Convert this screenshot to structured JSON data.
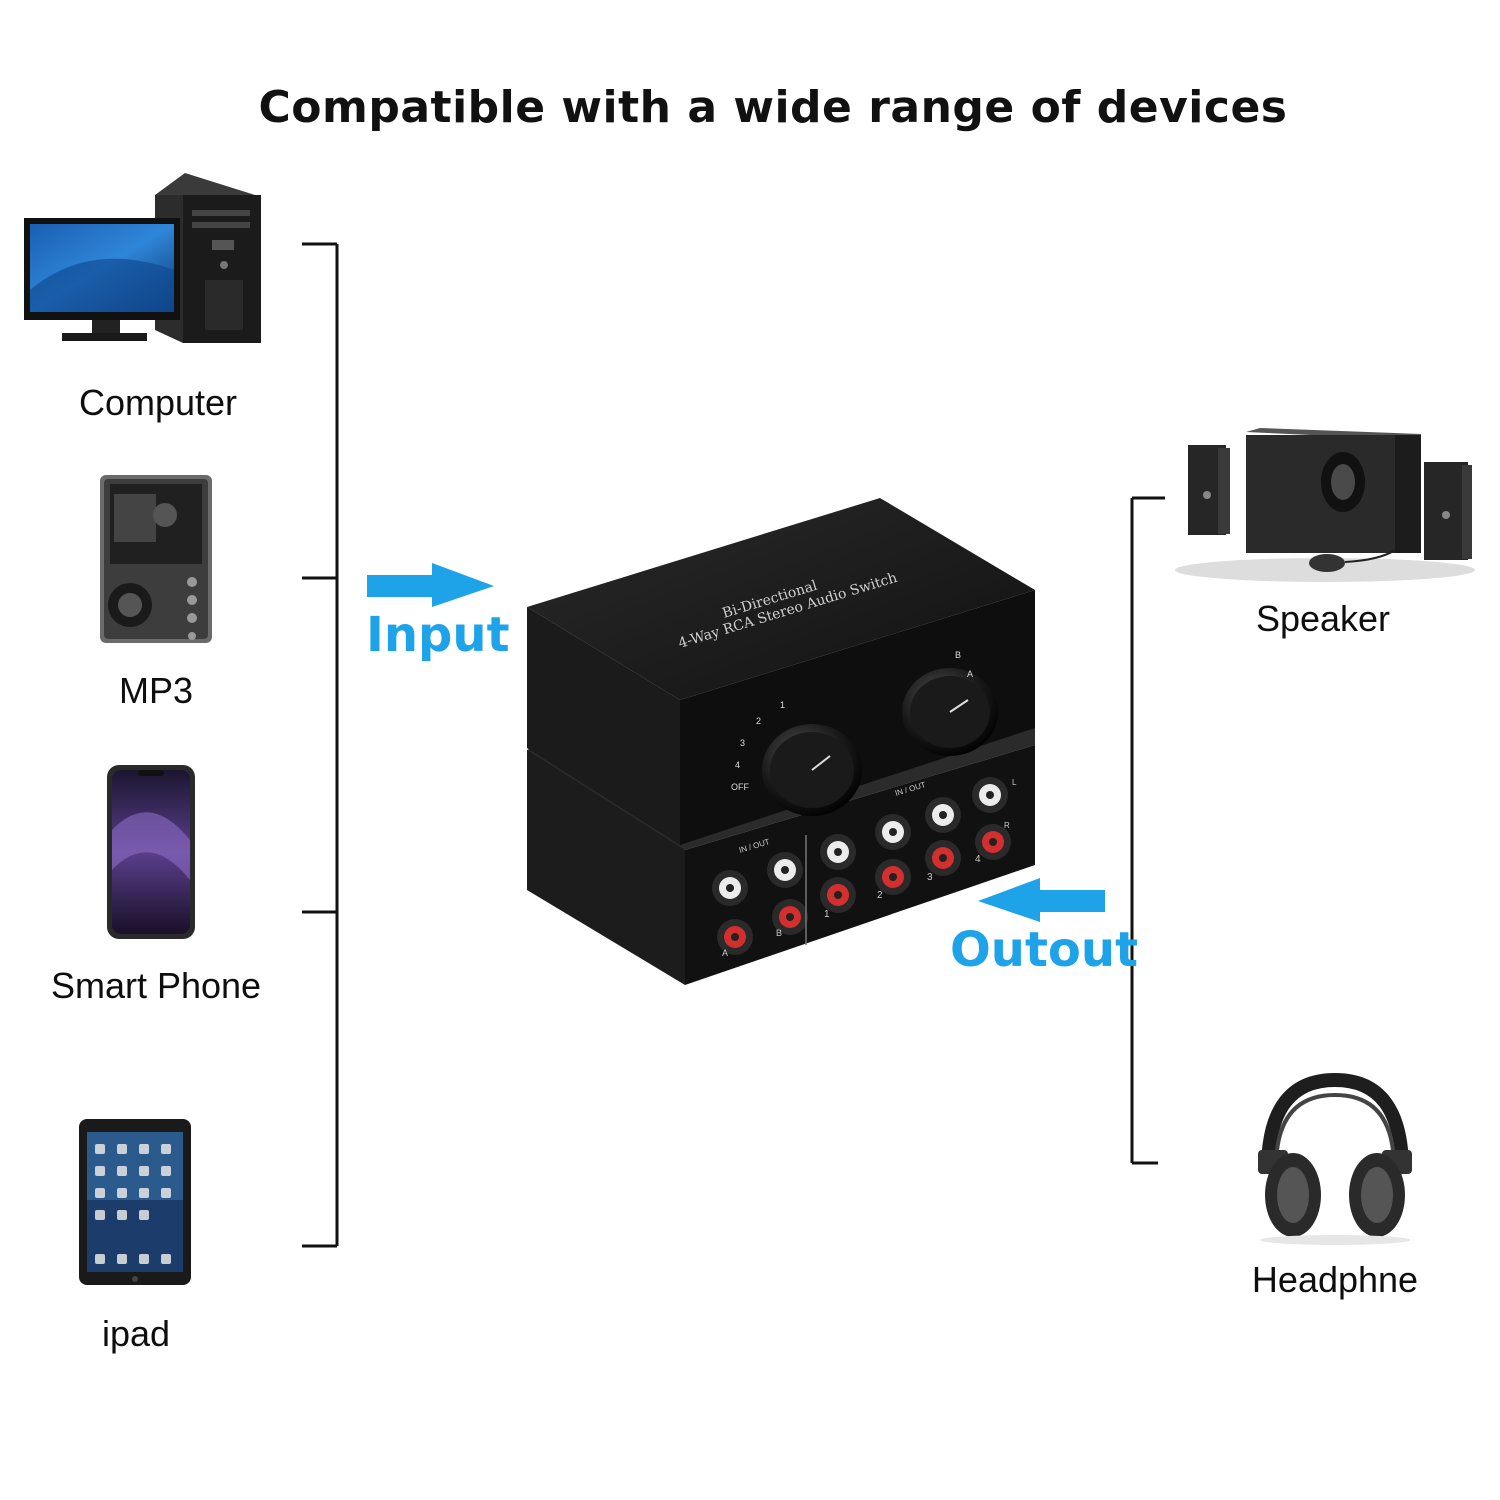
{
  "title": "Compatible with a wide range of devices",
  "accent_color": "#1ea3e8",
  "flows": {
    "input_label": "Input",
    "output_label": "Outout"
  },
  "input_devices": [
    {
      "label": "Computer",
      "icon": "computer-icon"
    },
    {
      "label": "MP3",
      "icon": "mp3-player-icon"
    },
    {
      "label": "Smart Phone",
      "icon": "smart-phone-icon"
    },
    {
      "label": "ipad",
      "icon": "tablet-icon"
    }
  ],
  "output_devices": [
    {
      "label": "Speaker",
      "icon": "speaker-icon"
    },
    {
      "label": "Headphne",
      "icon": "headphone-icon"
    }
  ],
  "switch_box": {
    "icon": "audio-switch-icon",
    "top_line1": "Bi-Directional",
    "top_line2": "4-Way RCA Stereo Audio Switch",
    "knob_left_positions": [
      "1",
      "2",
      "3",
      "4",
      "OFF"
    ],
    "knob_right_positions": [
      "B",
      "A"
    ],
    "port_group_label": "IN / OUT",
    "port_numbers": [
      "1",
      "2",
      "3",
      "4"
    ],
    "port_side_labels": [
      "A",
      "B"
    ],
    "channel_labels": [
      "L",
      "R"
    ]
  }
}
